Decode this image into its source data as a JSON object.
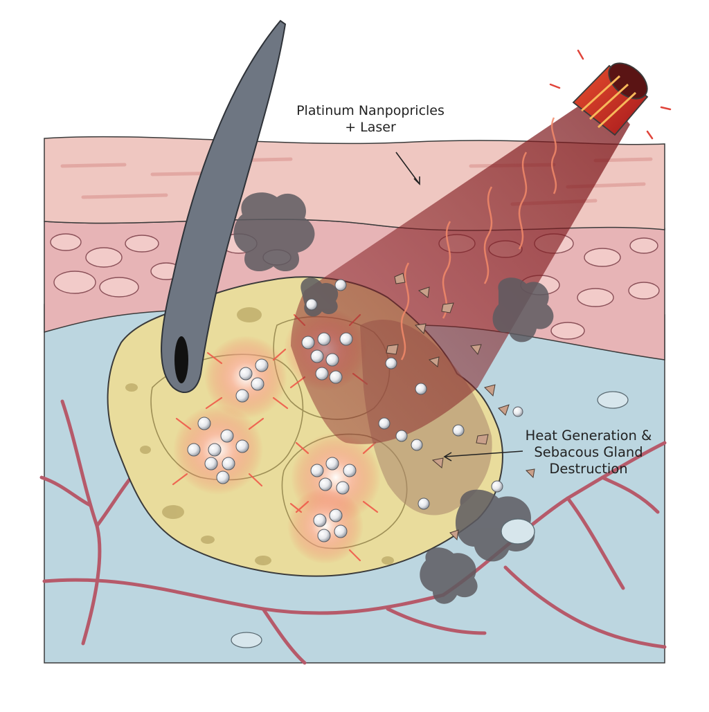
{
  "labels": {
    "laser_line1": "Platinum Nanpopricles",
    "laser_line2": "+ Laser",
    "heat_line1": "Heat Generation &",
    "heat_line2": "Sebacous Gland",
    "heat_line3": "Destruction"
  },
  "colors": {
    "epidermis": "#e9b8b4",
    "dermis_cells": "#e3a9ac",
    "subcutis": "#bcd6e0",
    "gland": "#e9dc9c",
    "hair": "#6e7682",
    "laser_beam": "#8c1c20",
    "vessels": "#b65a6a",
    "smoke": "#5d5b60",
    "nanoparticles": "#f4f4f6",
    "heat_glow": "#f26a55"
  },
  "icons": [
    "hair-icon",
    "laser-device-icon",
    "nanoparticle-icon",
    "smoke-icon",
    "blood-vessel-icon"
  ]
}
